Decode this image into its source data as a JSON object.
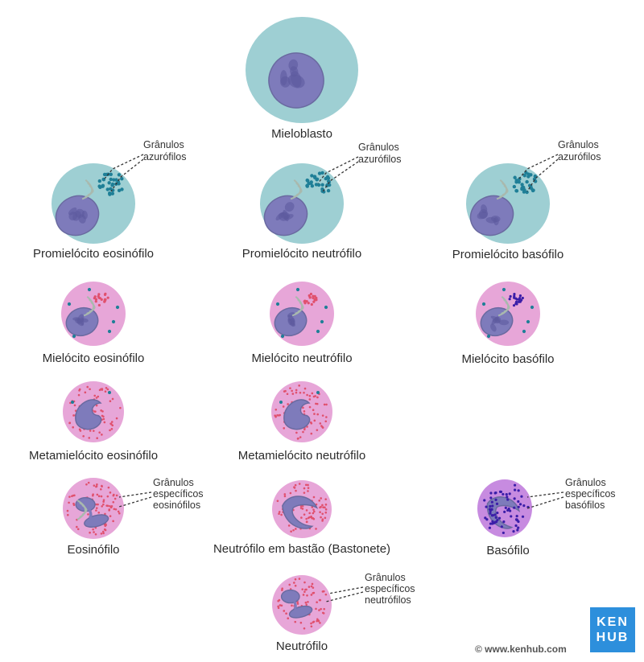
{
  "colors": {
    "cytoplasm_early": "#9ecfd3",
    "cytoplasm_late": "#e7a6d8",
    "cytoplasm_basophil": "#c78be0",
    "nucleus": "#7e7bbb",
    "nucleus_dark": "#5e5a9e",
    "azurophilic_granule": "#1f7f97",
    "eosinophil_granule": "#e0506d",
    "basophil_granule": "#3b1ea8",
    "golgi": "#a9b9ae",
    "logo_bg": "#2d8fdc"
  },
  "cells": [
    {
      "id": "myeloblast",
      "label": "Mieloblasto",
      "stage": "blast"
    },
    {
      "id": "promyelocyte-eosinophil",
      "label": "Promielócito eosinófilo",
      "stage": "promyelocyte"
    },
    {
      "id": "promyelocyte-neutrophil",
      "label": "Promielócito neutrófilo",
      "stage": "promyelocyte"
    },
    {
      "id": "promyelocyte-basophil",
      "label": "Promielócito basófilo",
      "stage": "promyelocyte"
    },
    {
      "id": "myelocyte-eosinophil",
      "label": "Mielócito eosinófilo",
      "stage": "myelocyte",
      "granule": "eosinophil"
    },
    {
      "id": "myelocyte-neutrophil",
      "label": "Mielócito neutrófilo",
      "stage": "myelocyte",
      "granule": "eosinophil"
    },
    {
      "id": "myelocyte-basophil",
      "label": "Mielócito basófilo",
      "stage": "myelocyte",
      "granule": "basophil"
    },
    {
      "id": "metamyelocyte-eosinophil",
      "label": "Metamielócito eosinófilo",
      "stage": "metamyelocyte"
    },
    {
      "id": "metamyelocyte-neutrophil",
      "label": "Metamielócito neutrófilo",
      "stage": "metamyelocyte"
    },
    {
      "id": "eosinophil",
      "label": "Eosinófilo",
      "stage": "mature"
    },
    {
      "id": "band-neutrophil",
      "label": "Neutrófilo em bastão (Bastonete)",
      "stage": "band"
    },
    {
      "id": "basophil",
      "label": "Basófilo",
      "stage": "basophil"
    },
    {
      "id": "neutrophil",
      "label": "Neutrófilo",
      "stage": "mature"
    }
  ],
  "annotations": [
    {
      "id": "azurophilic-eosinophil-line",
      "lines": [
        "Grânulos",
        "azurófilos"
      ]
    },
    {
      "id": "azurophilic-neutrophil-line",
      "lines": [
        "Grânulos",
        "azurófilos"
      ]
    },
    {
      "id": "azurophilic-basophil-line",
      "lines": [
        "Grânulos",
        "azurófilos"
      ]
    },
    {
      "id": "specific-eosinophilic",
      "lines": [
        "Grânulos",
        "específicos",
        "eosinófilos"
      ]
    },
    {
      "id": "specific-basophilic",
      "lines": [
        "Grânulos",
        "específicos",
        "basófilos"
      ]
    },
    {
      "id": "specific-neutrophilic",
      "lines": [
        "Grânulos",
        "específicos",
        "neutrófilos"
      ]
    }
  ],
  "branding": {
    "logo_line1": "KEN",
    "logo_line2": "HUB",
    "credit": "© www.kenhub.com"
  }
}
